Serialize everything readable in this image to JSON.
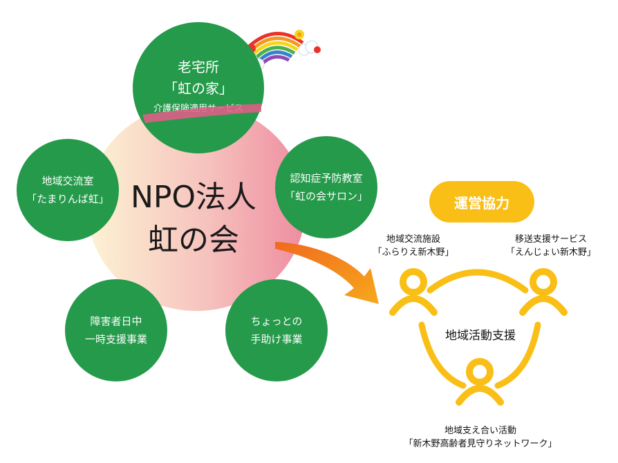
{
  "center": {
    "line1": "NPO法人",
    "line2": "虹の会"
  },
  "circles": {
    "top": {
      "line1": "老宅所",
      "line2": "「虹の家」",
      "line3": "介護保険適用サービス"
    },
    "left": {
      "line1": "地域交流室",
      "line2": "「たまりんば虹」"
    },
    "right": {
      "line1": "認知症予防教室",
      "line2": "「虹の会サロン」"
    },
    "bottom_left": {
      "line1": "障害者日中",
      "line2": "一時支援事業"
    },
    "bottom_right": {
      "line1": "ちょっとの",
      "line2": "手助け事業"
    }
  },
  "cooperation": {
    "badge": "運営協力",
    "hub": "地域活動支援",
    "nodes": {
      "left": {
        "line1": "地域交流施設",
        "line2": "「ふらりえ新木野」"
      },
      "right": {
        "line1": "移送支援サービス",
        "line2": "「えんじょい新木野」"
      },
      "bottom": {
        "line1": "地域支え合い活動",
        "line2": "「新木野高齢者見守りネットワーク」"
      }
    }
  },
  "colors": {
    "green": "#249a4a",
    "yellow": "#f9bf16",
    "arrow": "#f07a1e",
    "pink_band": "#e85b8a",
    "blob_gradient": [
      "#fdf2d2",
      "#ee8ea0"
    ]
  },
  "icons": [
    "rainbow-icon",
    "person-icon",
    "arrow-icon"
  ]
}
